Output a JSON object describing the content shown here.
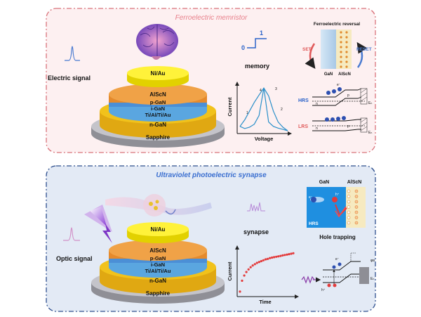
{
  "panel_top": {
    "title": "Ferroelectric memristor",
    "input_label": "Electric signal",
    "function_label": "memory",
    "step": {
      "low": "0",
      "high": "1"
    },
    "layers": [
      "Ni/Au",
      "AlScN",
      "p-GaN",
      "i-GaN",
      "Ti/Al/Ti/Au",
      "n-GaN",
      "Sapphire"
    ],
    "iv_plot": {
      "ylabel": "Current",
      "xlabel": "Voltage",
      "sweep_marks": [
        "1",
        "2",
        "3",
        "4"
      ]
    },
    "fe_reversal": {
      "title": "Ferroelectric reversal",
      "set": "SET",
      "reset": "RESET",
      "left": "GaN",
      "right": "AlScN"
    },
    "bands": {
      "hrs": "HRS",
      "lrs": "LRS",
      "hrs_labels": {
        "e": "e⁻",
        "n": "n",
        "p": "p",
        "ef": "Eₙ"
      },
      "lrs_labels": {
        "n": "n",
        "p": "p",
        "ef": "Eₙ"
      }
    }
  },
  "panel_bottom": {
    "title": "Ultraviolet photoelectric synapse",
    "input_label": "Optic signal",
    "function_label": "synapse",
    "layers": [
      "Ni/Au",
      "AlScN",
      "p-GaN",
      "i-GaN",
      "Ti/Al/Ti/Au",
      "n-GaN",
      "Sapphire"
    ],
    "trapping": {
      "left": "GaN",
      "right": "AlScN",
      "state": "HRS",
      "e": "e⁻",
      "h": "h⁺",
      "caption": "Hole trapping"
    },
    "plot": {
      "ylabel": "Current",
      "xlabel": "Time"
    },
    "band": {
      "e": "e⁻",
      "h": "h⁺",
      "phi": "φʙ",
      "ef": "Eₙ"
    }
  },
  "chart_data": [
    {
      "type": "line",
      "title": "",
      "xlabel": "Voltage",
      "ylabel": "Current",
      "series": [
        {
          "x": [
            -1.0,
            -0.8,
            -0.6,
            -0.4,
            -0.2,
            0.0,
            0.2,
            0.4,
            0.6,
            0.8,
            1.0
          ],
          "y": [
            0.9,
            0.75,
            0.55,
            0.35,
            0.18,
            0.02,
            0.2,
            0.55,
            0.8,
            0.92,
            1.0
          ]
        },
        {
          "x": [
            1.0,
            0.8,
            0.6,
            0.4,
            0.2,
            0.0,
            -0.2,
            -0.4,
            -0.6,
            -0.8,
            -1.0
          ],
          "y": [
            1.0,
            0.97,
            0.94,
            0.9,
            0.8,
            0.02,
            0.65,
            0.85,
            0.92,
            0.95,
            0.9
          ]
        }
      ]
    },
    {
      "type": "scatter",
      "title": "",
      "xlabel": "Time",
      "ylabel": "Current",
      "x": [
        0,
        4,
        8,
        12,
        16,
        20,
        24,
        28,
        32,
        36,
        40,
        44,
        48,
        52,
        56,
        60,
        64,
        68,
        72,
        76,
        80,
        84,
        88,
        92,
        96,
        100
      ],
      "y": [
        0.05,
        0.3,
        0.42,
        0.5,
        0.56,
        0.61,
        0.65,
        0.68,
        0.71,
        0.73,
        0.75,
        0.77,
        0.79,
        0.8,
        0.82,
        0.83,
        0.84,
        0.85,
        0.86,
        0.87,
        0.88,
        0.89,
        0.9,
        0.91,
        0.92,
        0.93
      ]
    }
  ]
}
